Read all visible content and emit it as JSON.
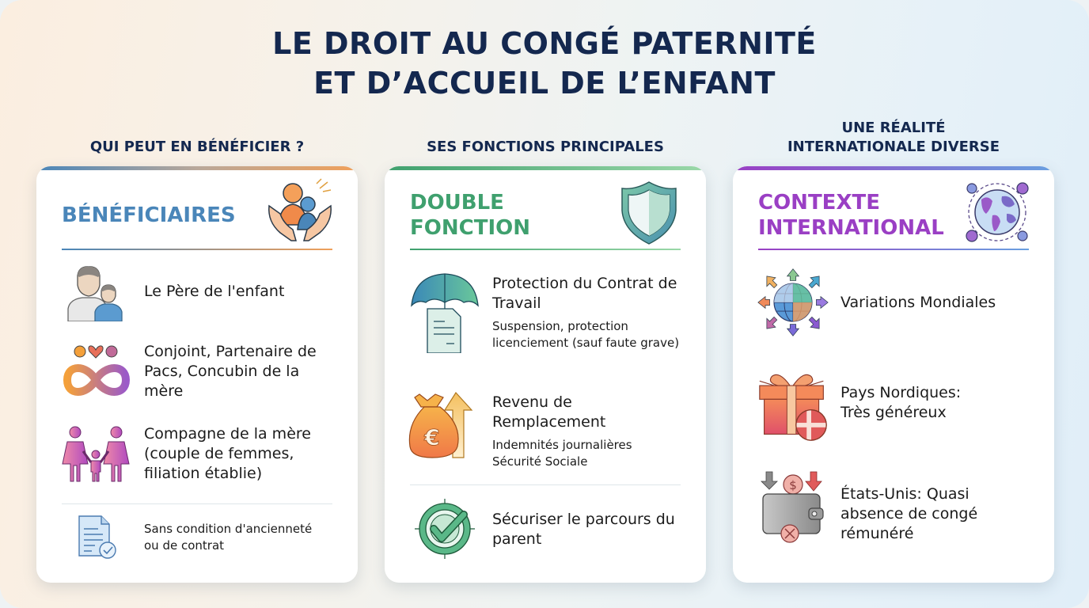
{
  "title": {
    "line1": "LE DROIT AU CONGÉ PATERNITÉ",
    "line2": "ET D’ACCUEIL DE L’ENFANT"
  },
  "colors": {
    "title": "#14284f",
    "beneficiaires": "#4a86b9",
    "double_fonction": "#3fa06e",
    "contexte": "#9a3fc4"
  },
  "columns": [
    {
      "heading": "QUI PEUT EN BÉNÉFICIER ?",
      "card_title": "BÉNÉFICIAIRES",
      "header_icon": "hands-holding-people-icon",
      "items": [
        {
          "icon": "father-child-icon",
          "text": "Le Père de l'enfant"
        },
        {
          "icon": "linked-couple-heart-icon",
          "text": "Conjoint, Partenaire de Pacs, Concubin de la mère"
        },
        {
          "icon": "two-women-child-icon",
          "text": "Compagne de la mère (couple de femmes, filiation établie)"
        }
      ],
      "footer": {
        "icon": "document-check-icon",
        "text": "Sans condition d'ancienneté ou de contrat"
      }
    },
    {
      "heading": "SES FONCTIONS PRINCIPALES",
      "card_title_line1": "DOUBLE",
      "card_title_line2": "FONCTION",
      "header_icon": "shield-icon",
      "items": [
        {
          "icon": "umbrella-document-icon",
          "title": "Protection du Contrat de Travail",
          "subtitle": "Suspension, protection licenciement (sauf faute grave)"
        },
        {
          "icon": "money-bag-euro-icon",
          "title": "Revenu de Remplacement",
          "subtitle": "Indemnités journalières Sécurité Sociale"
        }
      ],
      "footer": {
        "icon": "target-check-icon",
        "text": "Sécuriser le parcours du parent"
      }
    },
    {
      "heading_line1": "UNE RÉALITÉ",
      "heading_line2": "INTERNATIONALE DIVERSE",
      "card_title_line1": "CONTEXTE",
      "card_title_line2": "INTERNATIONAL",
      "header_icon": "globe-network-icon",
      "items": [
        {
          "icon": "globe-arrows-icon",
          "text": "Variations Mondiales"
        },
        {
          "icon": "gift-denmark-flag-icon",
          "text": "Pays Nordiques: Très généreux"
        },
        {
          "icon": "empty-wallet-icon",
          "text": "États-Unis: Quasi absence de congé rémunéré"
        }
      ]
    }
  ]
}
